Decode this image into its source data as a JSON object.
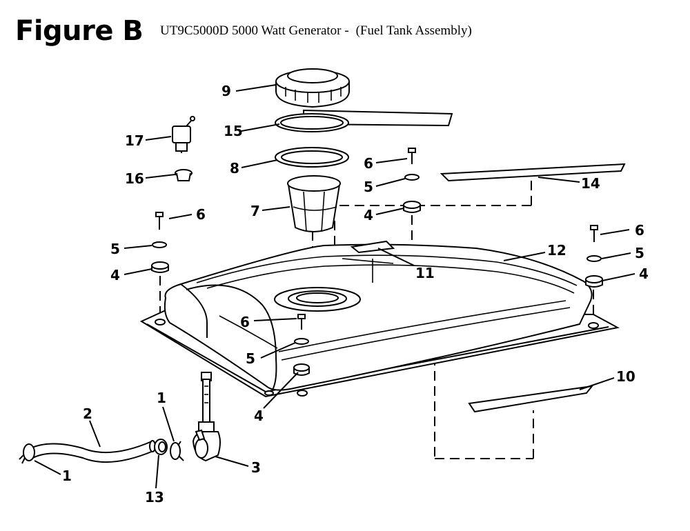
{
  "figure_label": "Figure B",
  "model_title": "UT9C5000D 5000 Watt Generator -",
  "assembly_title": "(Fuel Tank Assembly)",
  "callouts": [
    {
      "key": "c9",
      "text": "9"
    },
    {
      "key": "c15",
      "text": "15"
    },
    {
      "key": "c17",
      "text": "17"
    },
    {
      "key": "c16",
      "text": "16"
    },
    {
      "key": "c8",
      "text": "8"
    },
    {
      "key": "c7",
      "text": "7"
    },
    {
      "key": "c6a",
      "text": "6"
    },
    {
      "key": "c5a",
      "text": "5"
    },
    {
      "key": "c4a",
      "text": "4"
    },
    {
      "key": "c14",
      "text": "14"
    },
    {
      "key": "c6b",
      "text": "6"
    },
    {
      "key": "c5b",
      "text": "5"
    },
    {
      "key": "c4b",
      "text": "4"
    },
    {
      "key": "c11",
      "text": "11"
    },
    {
      "key": "c12",
      "text": "12"
    },
    {
      "key": "c6c",
      "text": "6"
    },
    {
      "key": "c5c",
      "text": "5"
    },
    {
      "key": "c4c",
      "text": "4"
    },
    {
      "key": "c6d",
      "text": "6"
    },
    {
      "key": "c5d",
      "text": "5"
    },
    {
      "key": "c4d",
      "text": "4"
    },
    {
      "key": "c10",
      "text": "10"
    },
    {
      "key": "c1a",
      "text": "1"
    },
    {
      "key": "c2",
      "text": "2"
    },
    {
      "key": "c1b",
      "text": "1"
    },
    {
      "key": "c13",
      "text": "13"
    },
    {
      "key": "c3",
      "text": "3"
    }
  ]
}
